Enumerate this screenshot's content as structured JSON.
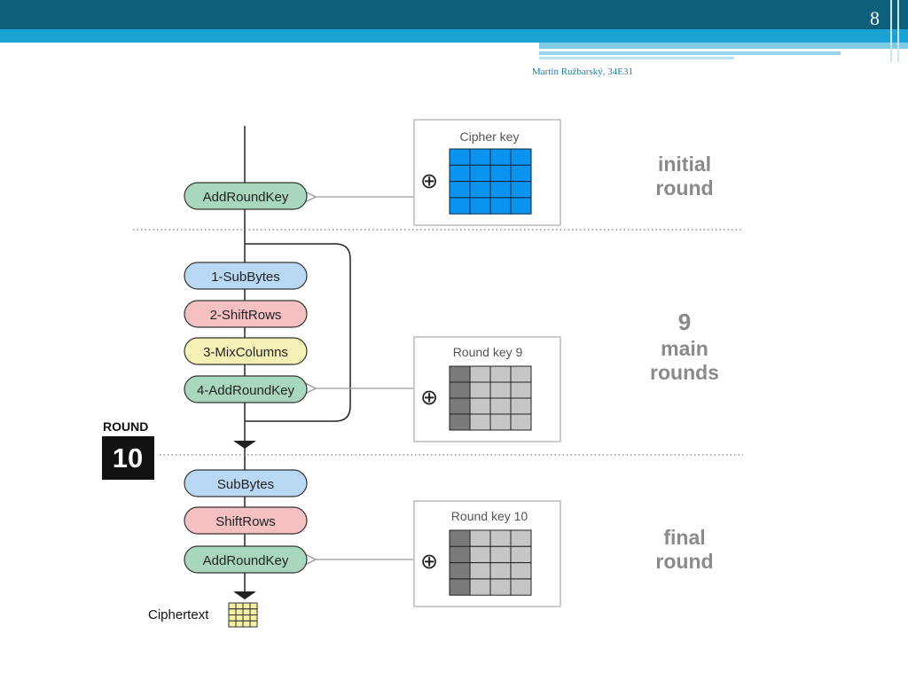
{
  "slide": {
    "page_number": "8",
    "author": "Martin Ružbarský, 34E31"
  },
  "diagram": {
    "initial_step": "AddRoundKey",
    "main_steps": [
      "1-SubBytes",
      "2-ShiftRows",
      "3-MixColumns",
      "4-AddRoundKey"
    ],
    "final_steps": [
      "SubBytes",
      "ShiftRows",
      "AddRoundKey"
    ],
    "output_label": "Ciphertext",
    "xor_symbol": "⊕",
    "round_badge": {
      "label": "ROUND",
      "number": "10"
    },
    "keys": {
      "cipher_key": "Cipher key",
      "round_key_9": "Round key  9",
      "round_key_10": "Round key 10"
    },
    "sections": {
      "initial": [
        "initial",
        "round"
      ],
      "main": [
        "9",
        "main",
        "rounds"
      ],
      "final": [
        "final",
        "round"
      ]
    },
    "colors": {
      "addroundkey": "#a9d7bd",
      "subbytes": "#b8d8f3",
      "shiftrows": "#f4c0c2",
      "mixcolumns": "#f5f0b5",
      "cipher_key_cells": "#0a94f0",
      "round_key_dark": "#7a7a7a",
      "round_key_light": "#c6c6c6",
      "ciphertext_cells": "#f3efa4"
    }
  }
}
